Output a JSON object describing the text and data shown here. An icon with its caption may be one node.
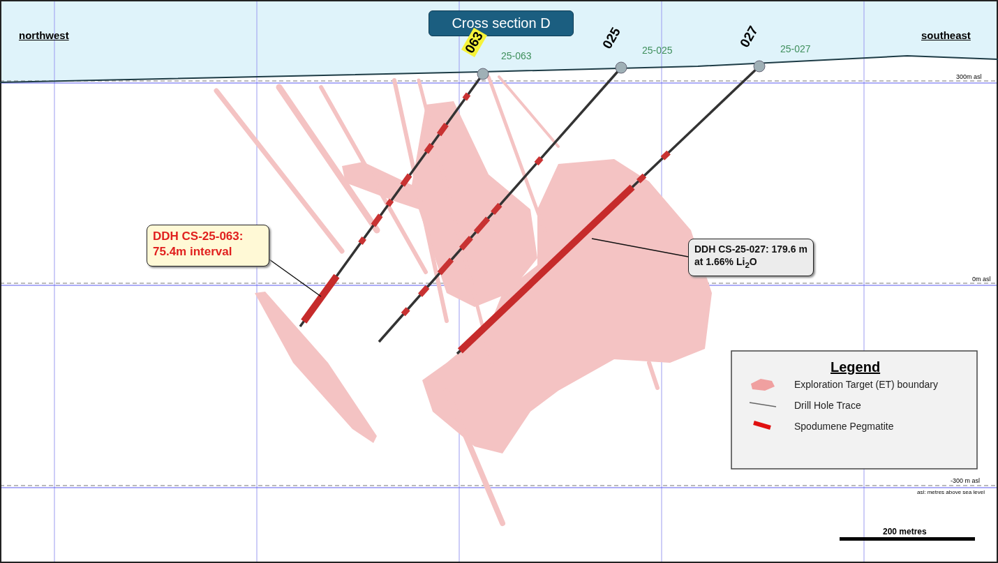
{
  "diagram": {
    "title": "Cross section D",
    "nodes": [
      {
        "text": [
          "DDH CS-25-063: 75.4m interval"
        ]
      },
      {
        "text": [],
        "shape": "bar"
      },
      {
        "text": [
          "DDH CS-25-027: 179.6 m at 1.66% Li$_{2}$O"
        ]
      },
      {
        "text": [],
        "shape": "bar"
      }
    ],
    "edges": [
      {
        "from": 0,
        "to": 1,
        "arrow": "none"
      },
      {
        "from": 2,
        "to": 3,
        "arrow": "none"
      }
    ],
    "labels": [
      "northwest",
      "063",
      "25-063",
      "025",
      "25-025",
      "027",
      "25-027",
      "southeast",
      "300m asl",
      "0m asl",
      "Legend",
      "-300 m asl",
      "asl: metres above sea level",
      "200 metres"
    ],
    "legend": [
      {
        "text": "Exploration Target (ET) boundary"
      },
      {
        "text": "Drill Hole Trace"
      },
      {
        "text": "Spodumene Pegmatite"
      }
    ]
  }
}
